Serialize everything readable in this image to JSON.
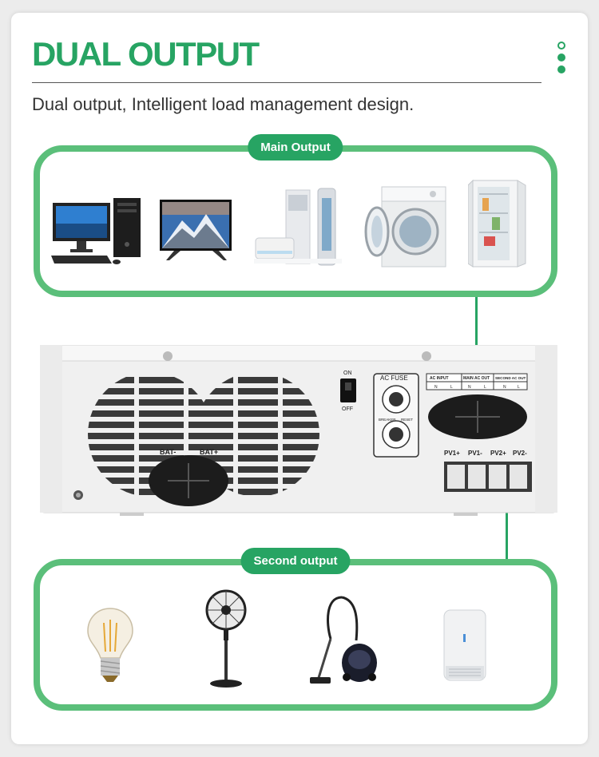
{
  "header": {
    "title": "DUAL OUTPUT",
    "subtitle": "Dual output, Intelligent load management design."
  },
  "main_output": {
    "label": "Main Output",
    "appliances": [
      "computer-icon",
      "tv-icon",
      "air-conditioner-icon",
      "washing-machine-icon",
      "refrigerator-icon"
    ]
  },
  "second_output": {
    "label": "Second output",
    "appliances": [
      "light-bulb-icon",
      "stand-fan-icon",
      "vacuum-cleaner-icon",
      "air-purifier-icon"
    ]
  },
  "inverter": {
    "switch_on": "ON",
    "switch_off": "OFF",
    "ac_fuse": "AC FUSE",
    "breaker_label": "BREAKER",
    "reset_label": "RESET",
    "ac_input": "AC INPUT",
    "main_ac_out": "MAIN AC OUT",
    "second_ac_out": "SECOND AC OUT",
    "terminal_n": "N",
    "terminal_l": "L",
    "bat_minus": "BAT-",
    "bat_plus": "BAT+",
    "pv_labels": [
      "PV1+",
      "PV1-",
      "PV2+",
      "PV2-"
    ]
  },
  "colors": {
    "accent": "#27a463",
    "frame": "#5bbf7a"
  }
}
